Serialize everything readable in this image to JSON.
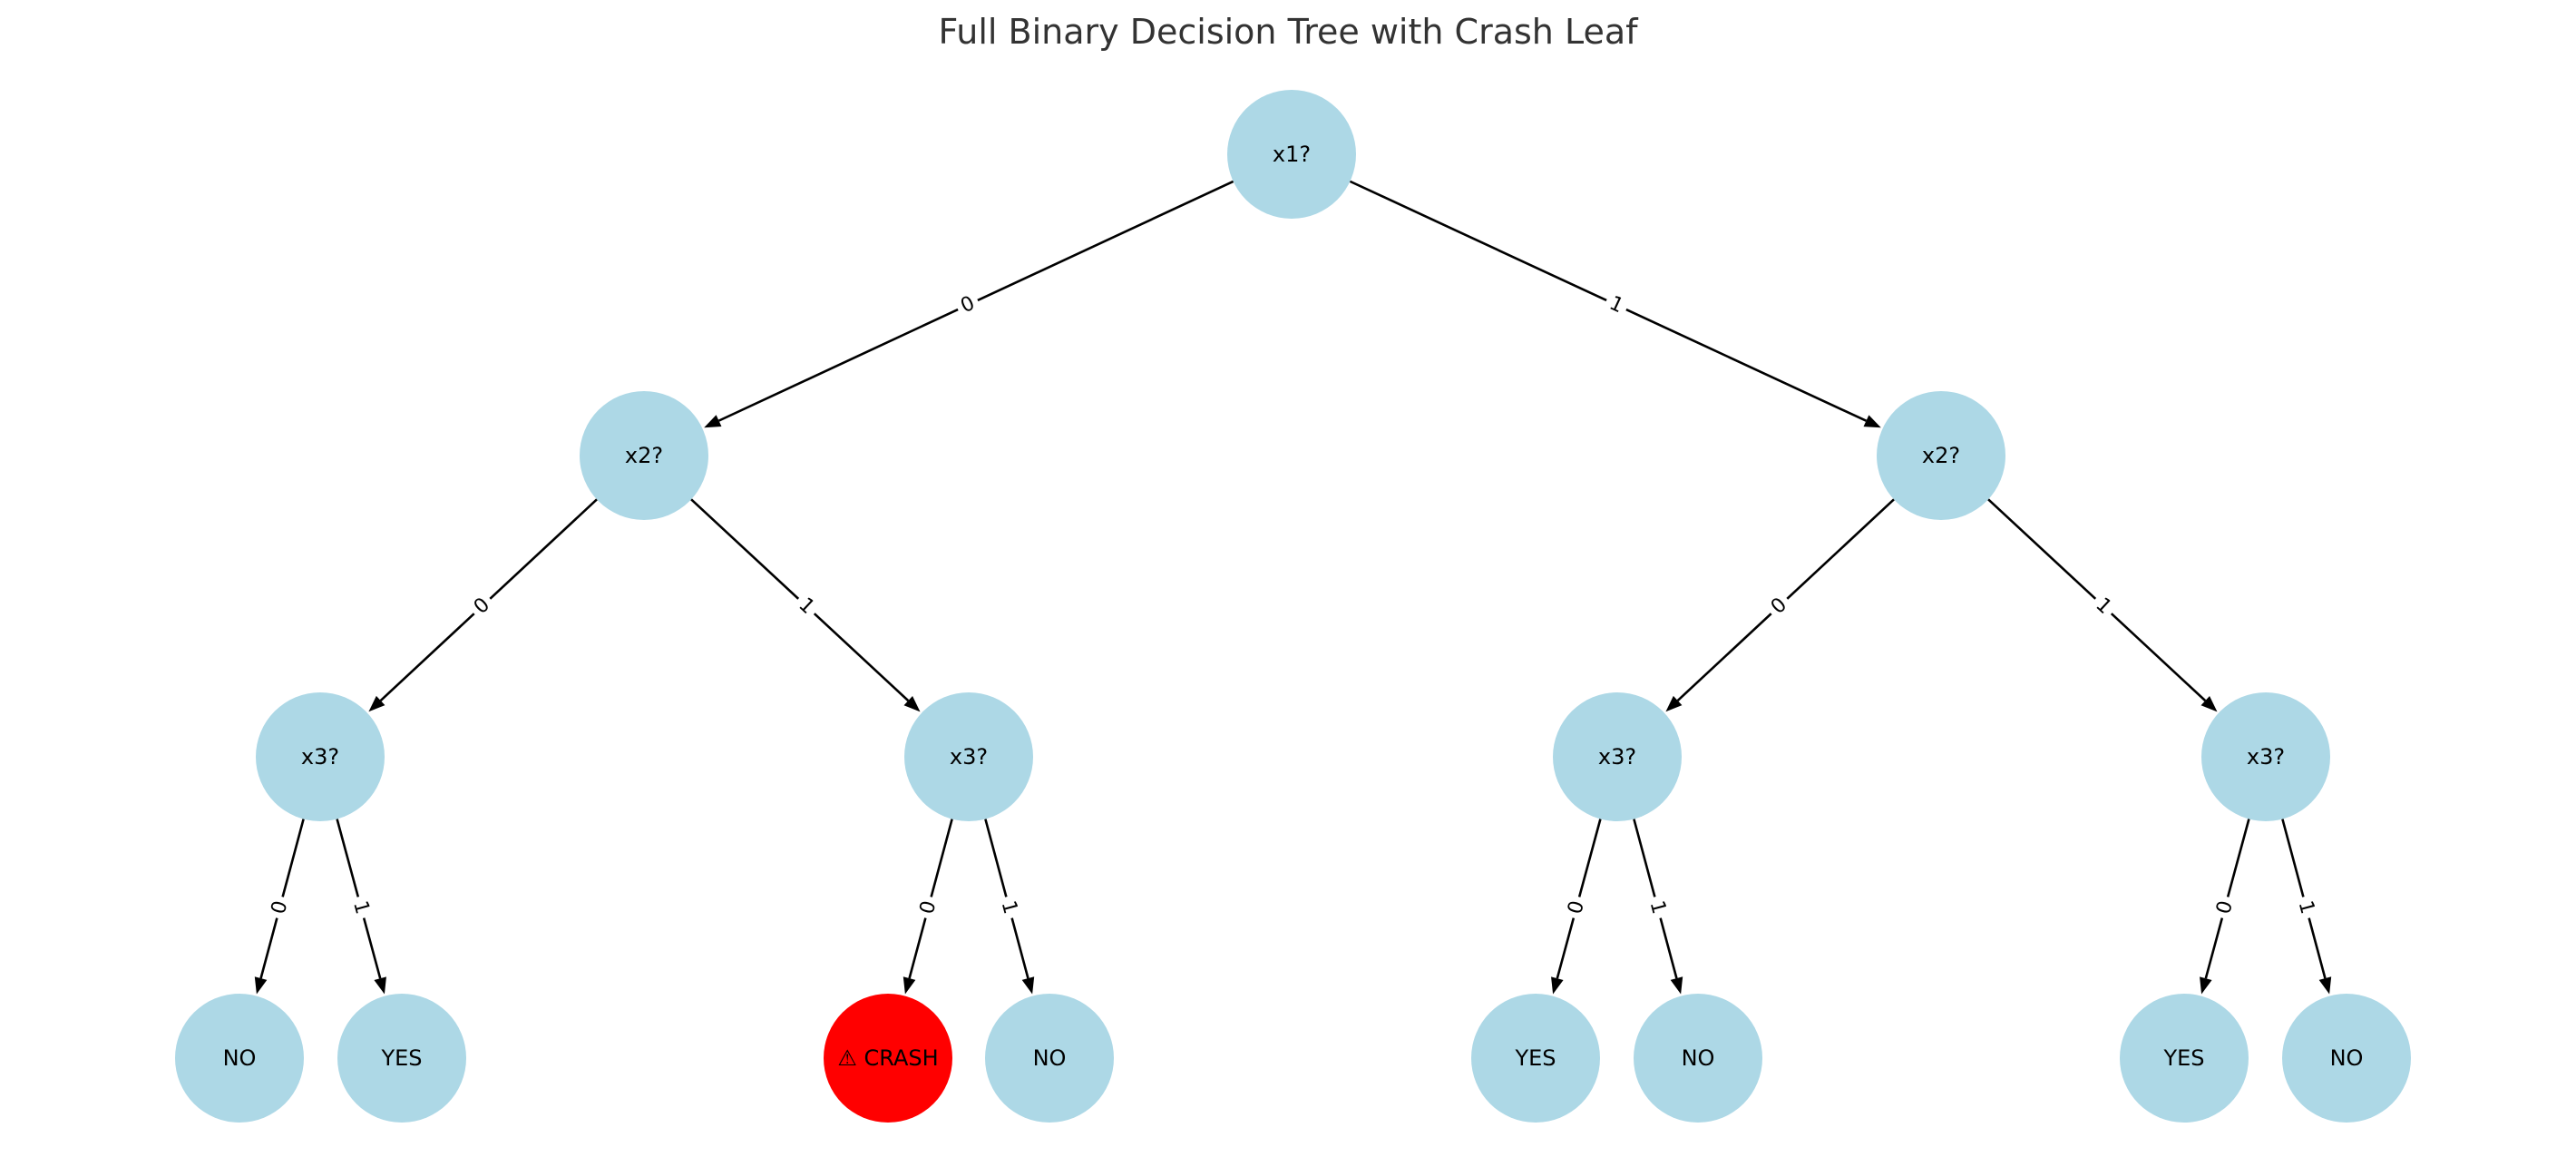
{
  "title": "Full Binary Decision Tree with Crash Leaf",
  "colors": {
    "node_fill": "#add8e6",
    "crash_fill": "#ff0000",
    "edge": "#000000",
    "title": "#333333",
    "background": "#ffffff"
  },
  "nodes": [
    {
      "id": "root",
      "label": "x1?",
      "kind": "decision"
    },
    {
      "id": "n0",
      "label": "x2?",
      "kind": "decision"
    },
    {
      "id": "n1",
      "label": "x2?",
      "kind": "decision"
    },
    {
      "id": "n00",
      "label": "x3?",
      "kind": "decision"
    },
    {
      "id": "n01",
      "label": "x3?",
      "kind": "decision"
    },
    {
      "id": "n10",
      "label": "x3?",
      "kind": "decision"
    },
    {
      "id": "n11",
      "label": "x3?",
      "kind": "decision"
    },
    {
      "id": "n000",
      "label": "NO",
      "kind": "leaf"
    },
    {
      "id": "n001",
      "label": "YES",
      "kind": "leaf"
    },
    {
      "id": "n010",
      "label": "⚠ CRASH",
      "kind": "crash"
    },
    {
      "id": "n011",
      "label": "NO",
      "kind": "leaf"
    },
    {
      "id": "n100",
      "label": "YES",
      "kind": "leaf"
    },
    {
      "id": "n101",
      "label": "NO",
      "kind": "leaf"
    },
    {
      "id": "n110",
      "label": "YES",
      "kind": "leaf"
    },
    {
      "id": "n111",
      "label": "NO",
      "kind": "leaf"
    }
  ],
  "edges": [
    {
      "from": "root",
      "to": "n0",
      "label": "0"
    },
    {
      "from": "root",
      "to": "n1",
      "label": "1"
    },
    {
      "from": "n0",
      "to": "n00",
      "label": "0"
    },
    {
      "from": "n0",
      "to": "n01",
      "label": "1"
    },
    {
      "from": "n1",
      "to": "n10",
      "label": "0"
    },
    {
      "from": "n1",
      "to": "n11",
      "label": "1"
    },
    {
      "from": "n00",
      "to": "n000",
      "label": "0"
    },
    {
      "from": "n00",
      "to": "n001",
      "label": "1"
    },
    {
      "from": "n01",
      "to": "n010",
      "label": "0"
    },
    {
      "from": "n01",
      "to": "n011",
      "label": "1"
    },
    {
      "from": "n10",
      "to": "n100",
      "label": "0"
    },
    {
      "from": "n10",
      "to": "n101",
      "label": "1"
    },
    {
      "from": "n11",
      "to": "n110",
      "label": "0"
    },
    {
      "from": "n11",
      "to": "n111",
      "label": "1"
    }
  ]
}
